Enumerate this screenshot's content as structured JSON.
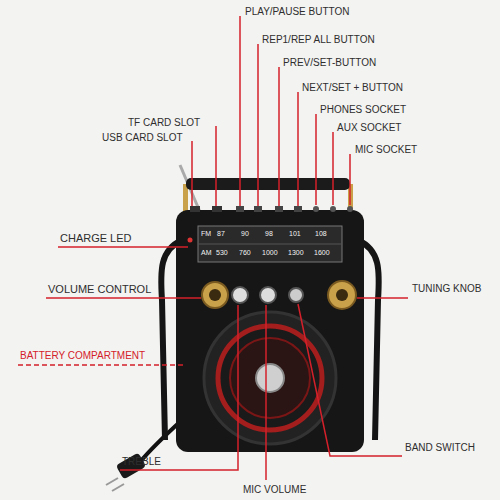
{
  "diagram": {
    "labels": [
      "PLAY/PAUSE BUTTON",
      "REP1/REP ALL BUTTON",
      "PREV/SET-BUTTON",
      "NEXT/SET + BUTTON",
      "PHONES SOCKET",
      "AUX SOCKET",
      "MIC SOCKET",
      "TF CARD SLOT",
      "USB CARD SLOT",
      "CHARGE LED",
      "VOLUME CONTROL",
      "TUNING KNOB",
      "BATTERY COMPARTMENT",
      "TREBLE",
      "MIC VOLUME",
      "BAND SWITCH",
      "FM",
      "87",
      "90",
      "98",
      "101",
      "108",
      "AM",
      "530",
      "760",
      "1000",
      "1300",
      "1600"
    ]
  }
}
